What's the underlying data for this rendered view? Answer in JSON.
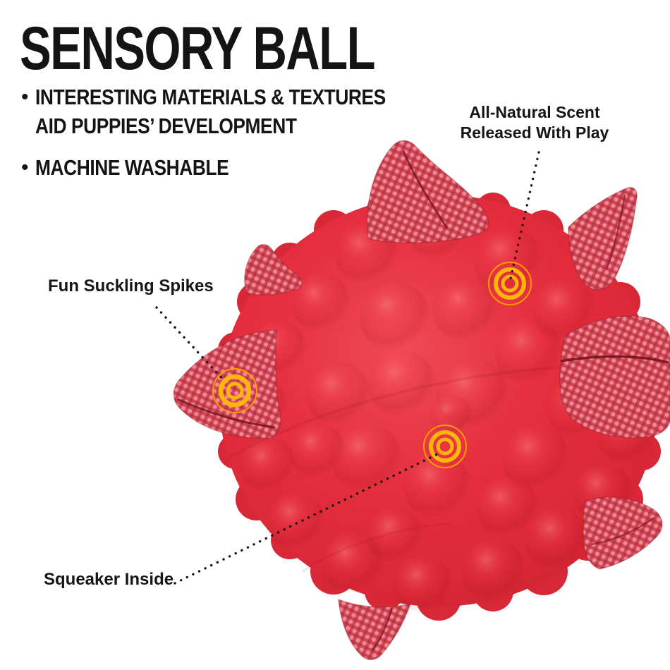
{
  "title": "SENSORY BALL",
  "bullet_glyph": "•",
  "features": [
    {
      "lines": [
        "INTERESTING MATERIALS & TEXTURES",
        "AID PUPPIES’ DEVELOPMENT"
      ]
    },
    {
      "lines": [
        "MACHINE WASHABLE"
      ]
    }
  ],
  "callouts": {
    "scent": {
      "line1": "All-Natural Scent",
      "line2": "Released With Play"
    },
    "spikes": {
      "label": "Fun Suckling Spikes"
    },
    "squeaker": {
      "label": "Squeaker Inside"
    }
  },
  "colors": {
    "background": "#FFFFFF",
    "text_black": "#141414",
    "ball_red": "#E22B3B",
    "ball_shadow_red": "#C41F2F",
    "knit_pink": "#CE4554",
    "knit_stitch": "#EE8A95",
    "target_yellow": "#FFB60A",
    "target_outer_ring": "#FF9D00",
    "line_black": "#151515"
  }
}
